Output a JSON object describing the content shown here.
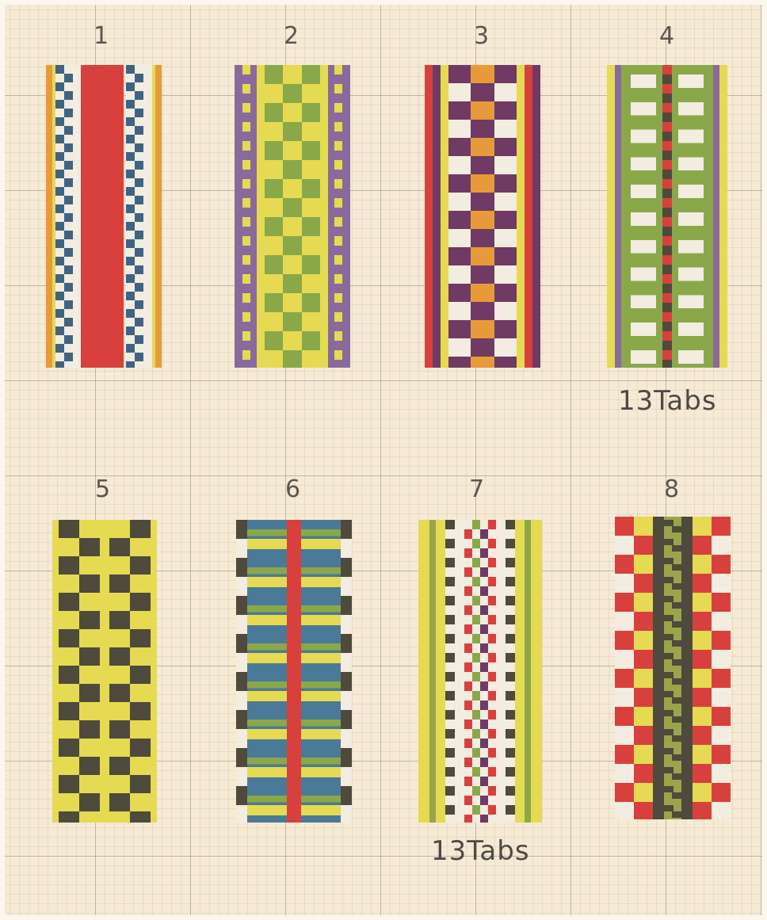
{
  "patterns": [
    {
      "number": "1"
    },
    {
      "number": "2"
    },
    {
      "number": "3"
    },
    {
      "number": "4"
    },
    {
      "number": "5"
    },
    {
      "number": "6"
    },
    {
      "number": "7"
    },
    {
      "number": "8"
    }
  ],
  "labels": {
    "tabs_top": "13Tabs",
    "tabs_bottom": "13Tabs"
  },
  "colors": {
    "paper": "#f6ead5",
    "red": "#d8403e",
    "orange": "#e79a3a",
    "blue": "#3f6483",
    "yellow": "#e5da52",
    "green": "#8aa84a",
    "purple": "#6f3a63",
    "lilac": "#8a6a9c",
    "dark": "#4e4a3c",
    "slate": "#4a7a98",
    "olive": "#9aa54a",
    "white": "#f3ece0"
  }
}
